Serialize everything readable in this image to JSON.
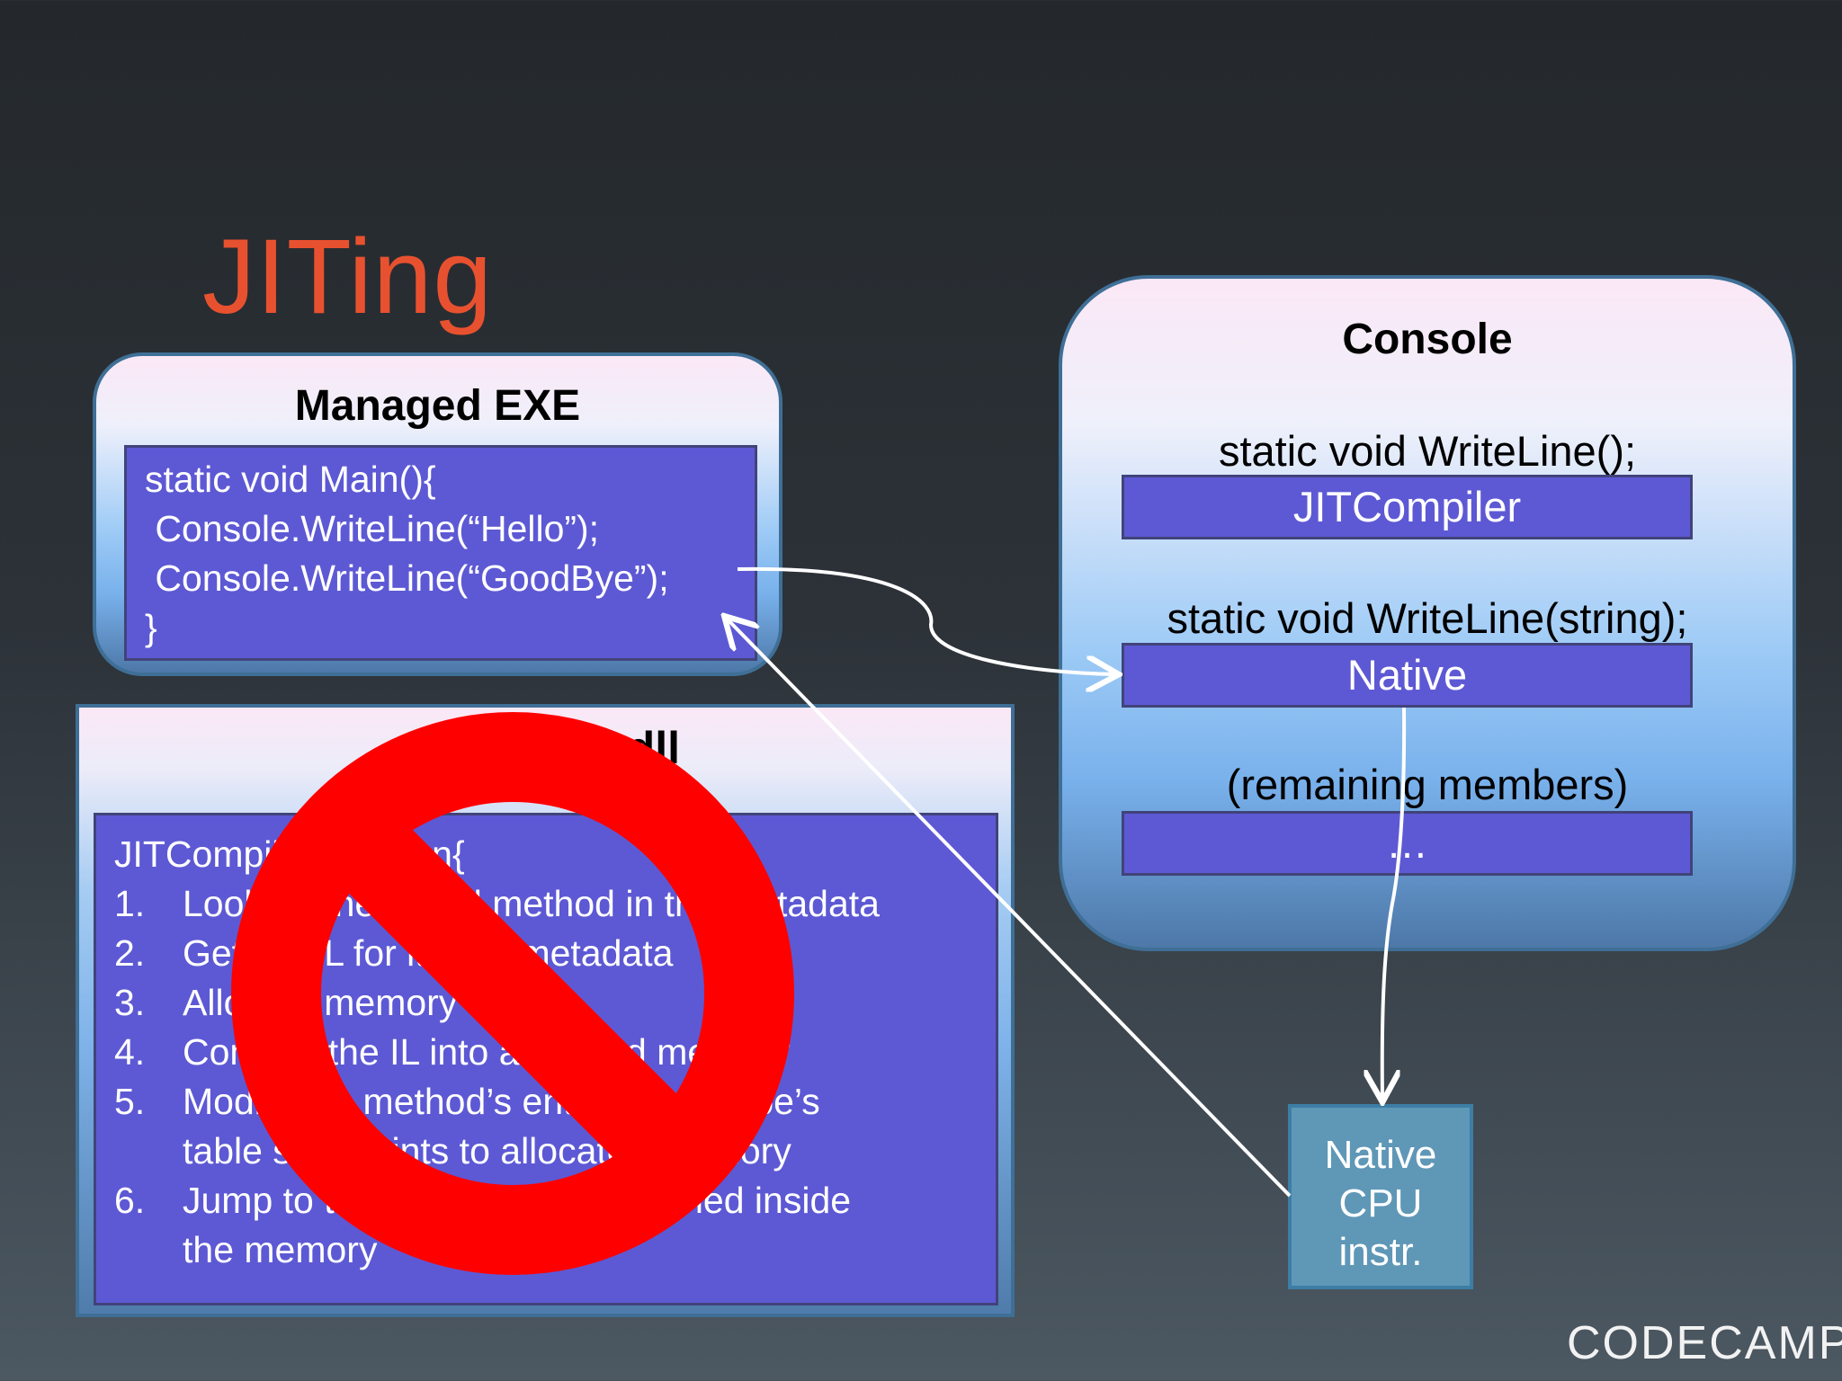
{
  "title": "JITing",
  "managed_exe": {
    "heading": "Managed EXE",
    "code": [
      "static void Main(){",
      " Console.WriteLine(“Hello”);",
      " Console.WriteLine(“GoodBye”);",
      "}"
    ]
  },
  "mscorlib": {
    "heading": "MSCorEE.dll",
    "code_first_line": "JITCompiler function{",
    "steps": [
      {
        "num": "1.",
        "lines": [
          "Look up the called method in the metadata"
        ]
      },
      {
        "num": "2.",
        "lines": [
          "Get the IL for it from metadata"
        ]
      },
      {
        "num": "3.",
        "lines": [
          "Allocate memory"
        ]
      },
      {
        "num": "4.",
        "lines": [
          "Compile the IL into allocated memory"
        ]
      },
      {
        "num": "5.",
        "lines": [
          "Modify the method’s entry in the Type’s",
          "table so it points to allocated memory"
        ]
      },
      {
        "num": "6.",
        "lines": [
          "Jump to the native code contained inside",
          "the memory"
        ]
      }
    ]
  },
  "console": {
    "heading": "Console",
    "members": [
      {
        "signature": "static void WriteLine();",
        "entry": "JITCompiler"
      },
      {
        "signature": "static void WriteLine(string);",
        "entry": "Native"
      },
      {
        "signature": "(remaining members)",
        "entry": "…"
      }
    ]
  },
  "native_cpu": {
    "lines": [
      "Native",
      "CPU",
      "instr."
    ]
  },
  "logo": "CODECAMP",
  "colors": {
    "title": "#e8512f",
    "code_box": "#5d59d4",
    "prohibition": "#ff0000",
    "cpu_box": "#5f97b7"
  }
}
